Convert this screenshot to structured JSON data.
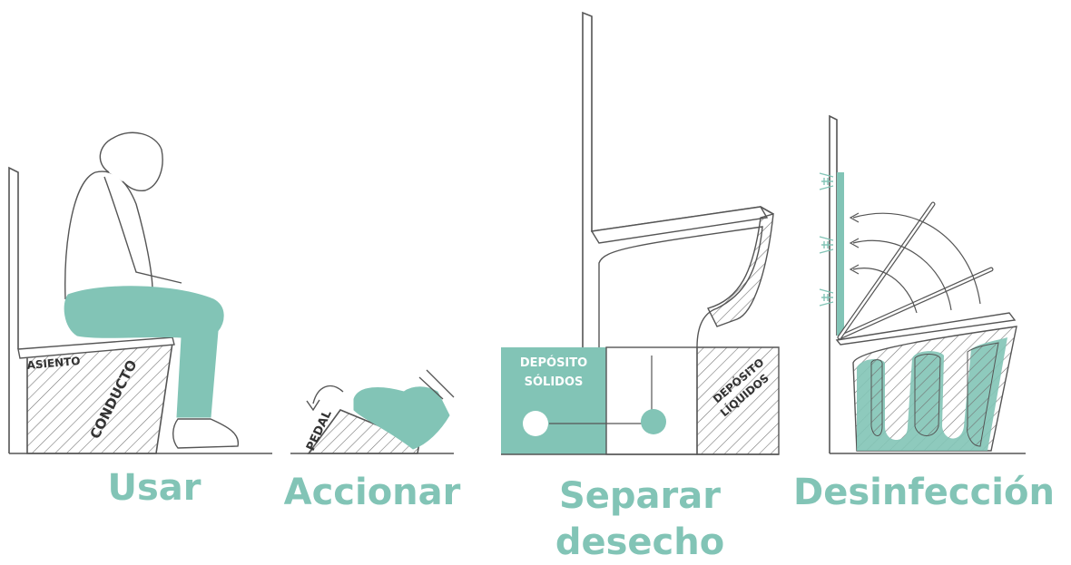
{
  "steps": [
    {
      "title": "Usar",
      "labels": {
        "seat": "ASIENTO",
        "duct": "CONDUCTO"
      }
    },
    {
      "title": "Accionar",
      "labels": {
        "pedal": "PEDAL"
      }
    },
    {
      "title": "Separar",
      "title_line2": "desecho",
      "labels": {
        "solids_1": "DEPÓSITO",
        "solids_2": "SÓLIDOS",
        "liquids_1": "DEPÓSITO",
        "liquids_2": "LÍQUIDOS"
      }
    },
    {
      "title": "Desinfección"
    }
  ],
  "colors": {
    "accent": "#82c4b6",
    "line": "#555555",
    "hatch": "#777777"
  }
}
